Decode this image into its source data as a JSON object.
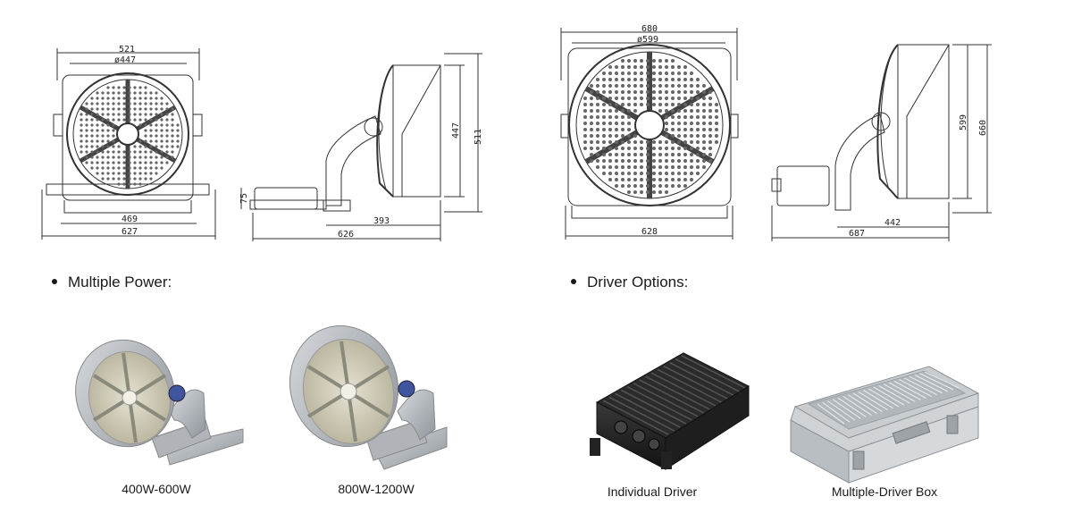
{
  "drawing_small": {
    "front": {
      "outer_width": "521",
      "diameter": "ø447",
      "base_width": "469",
      "total_width": "627"
    },
    "side": {
      "height_front": "447",
      "height_total": "511",
      "driver_height": "75",
      "depth": "393",
      "total_depth": "626"
    }
  },
  "drawing_large": {
    "front": {
      "outer_width": "680",
      "diameter": "ø599",
      "base_width": "628"
    },
    "side": {
      "height_front": "599",
      "height_total": "660",
      "depth": "442",
      "total_depth": "687"
    }
  },
  "sections": {
    "power": {
      "title": "Multiple Power:"
    },
    "driver": {
      "title": "Driver Options:"
    }
  },
  "products": [
    {
      "caption": "400W-600W"
    },
    {
      "caption": "800W-1200W"
    },
    {
      "caption": "Individual Driver"
    },
    {
      "caption": "Multiple-Driver Box"
    }
  ]
}
